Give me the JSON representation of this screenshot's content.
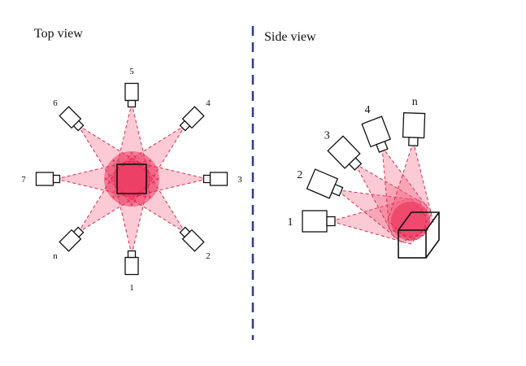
{
  "top_view": {
    "title": "Top view",
    "cameras": [
      {
        "label": "1",
        "angle": 90
      },
      {
        "label": "2",
        "angle": 45
      },
      {
        "label": "3",
        "angle": 0
      },
      {
        "label": "4",
        "angle": -45
      },
      {
        "label": "5",
        "angle": -90
      },
      {
        "label": "6",
        "angle": -135
      },
      {
        "label": "7",
        "angle": 180
      },
      {
        "label": "n",
        "angle": 135
      }
    ]
  },
  "side_view": {
    "title": "Side view",
    "cameras": [
      {
        "label": "1",
        "angle": 180
      },
      {
        "label": "2",
        "angle": 157
      },
      {
        "label": "3",
        "angle": 134
      },
      {
        "label": "4",
        "angle": 111
      },
      {
        "label": "n",
        "angle": 88
      }
    ]
  },
  "colors": {
    "cone_fill": "#f25a78",
    "cone_stroke": "#d23050",
    "overlap_core": "#e8184a",
    "divider": "#2e3c8a"
  }
}
